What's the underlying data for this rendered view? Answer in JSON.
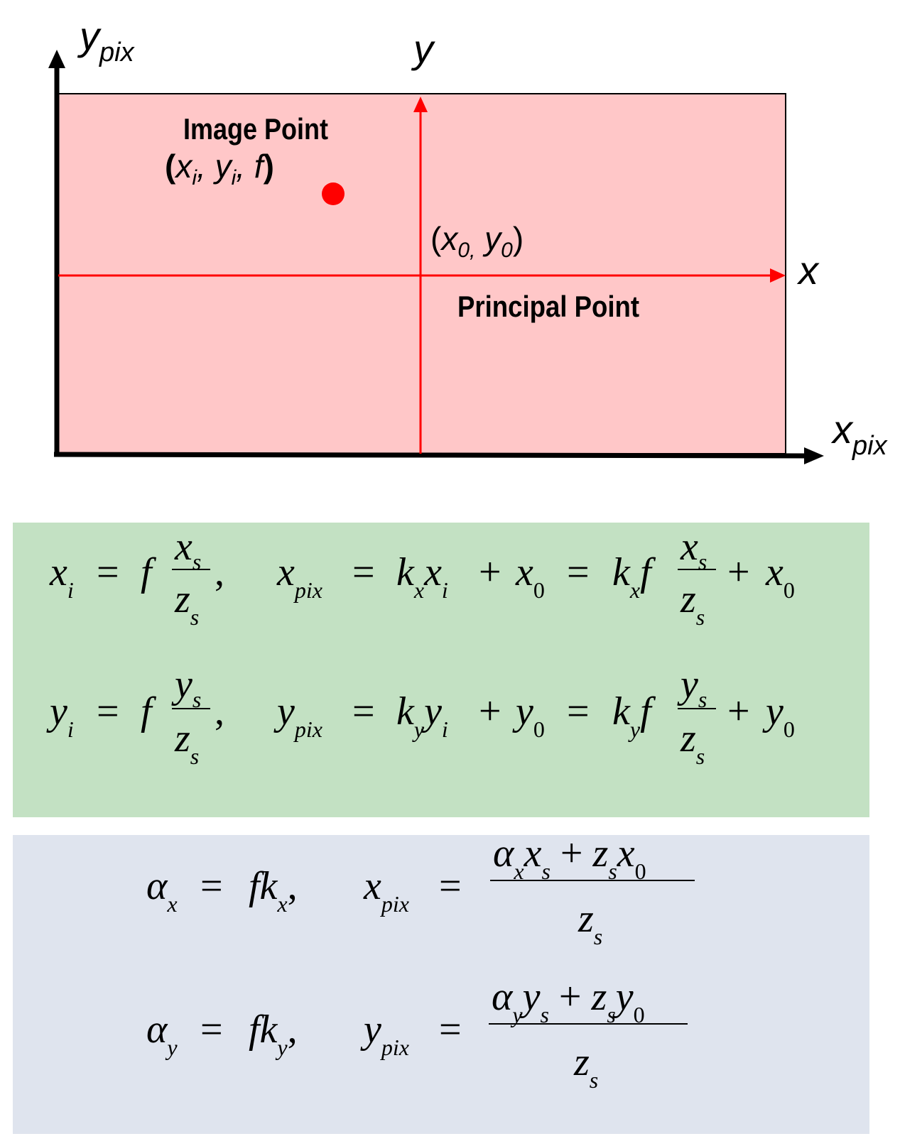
{
  "diagram": {
    "axis_labels": {
      "y_pix": {
        "base": "y",
        "sub": "pix"
      },
      "x_pix": {
        "base": "x",
        "sub": "pix"
      },
      "y": "y",
      "x": "x"
    },
    "image_point": {
      "title": "Image Point",
      "coords": {
        "open": "(",
        "x": "x",
        "x_sub": "i",
        "sep1": ", ",
        "y": "y",
        "y_sub": "i",
        "sep2": ", ",
        "f": "f",
        "close": ")"
      }
    },
    "principal_point": {
      "title": "Principal Point",
      "coords": {
        "open": "(",
        "x": "x",
        "x_sub": "0,",
        "sep": " ",
        "y": "y",
        "y_sub": "0",
        "close": ")"
      }
    },
    "colors": {
      "image_plane_fill": "#ffc7c8",
      "axis_black": "#000000",
      "axis_red": "#ff0000",
      "point_red": "#ff0000",
      "green_box": "#c3e1c3",
      "blue_box": "#dfe4ee"
    }
  },
  "equations": {
    "green": {
      "x_row": {
        "lhs": "x",
        "lhs_sub": "i",
        "eq": "=",
        "f": "f",
        "num": "x",
        "num_sub": "s",
        "den": "z",
        "den_sub": "s",
        "comma": ",",
        "lhs2": "x",
        "lhs2_sub": "pix",
        "eq2": "=",
        "k": "k",
        "k_sub": "x",
        "xi": "x",
        "xi_sub": "i",
        "plus": "+",
        "x0": "x",
        "x0_sub": "0",
        "eq3": "=",
        "k2": "k",
        "k2_sub": "x",
        "f2": "f",
        "num2": "x",
        "num2_sub": "s",
        "den2": "z",
        "den2_sub": "s",
        "plus2": "+",
        "x02": "x",
        "x02_sub": "0"
      },
      "y_row": {
        "lhs": "y",
        "lhs_sub": "i",
        "eq": "=",
        "f": "f",
        "num": "y",
        "num_sub": "s",
        "den": "z",
        "den_sub": "s",
        "comma": ",",
        "lhs2": "y",
        "lhs2_sub": "pix",
        "eq2": "=",
        "k": "k",
        "k_sub": "y",
        "yi": "y",
        "yi_sub": "i",
        "plus": "+",
        "y0": "y",
        "y0_sub": "0",
        "eq3": "=",
        "k2": "k",
        "k2_sub": "y",
        "f2": "f",
        "num2": "y",
        "num2_sub": "s",
        "den2": "z",
        "den2_sub": "s",
        "plus2": "+",
        "y02": "y",
        "y02_sub": "0"
      }
    },
    "blue": {
      "x_row": {
        "alpha": "α",
        "alpha_sub": "x",
        "eq": "=",
        "fk": "fk",
        "fk_sub": "x",
        "comma": ",",
        "lhs": "x",
        "lhs_sub": "pix",
        "eq2": "=",
        "n_alpha": "α",
        "n_alpha_sub": "x",
        "n_x": "x",
        "n_x_sub": "s",
        "plus": "+",
        "n_z": "z",
        "n_z_sub": "s",
        "n_x0": "x",
        "n_x0_sub": "0",
        "den": "z",
        "den_sub": "s"
      },
      "y_row": {
        "alpha": "α",
        "alpha_sub": "y",
        "eq": "=",
        "fk": "fk",
        "fk_sub": "y",
        "comma": ",",
        "lhs": "y",
        "lhs_sub": "pix",
        "eq2": "=",
        "n_alpha": "α",
        "n_alpha_sub": "y",
        "n_y": "y",
        "n_y_sub": "s",
        "plus": "+",
        "n_z": "z",
        "n_z_sub": "s",
        "n_y0": "y",
        "n_y0_sub": "0",
        "den": "z",
        "den_sub": "s"
      }
    }
  }
}
